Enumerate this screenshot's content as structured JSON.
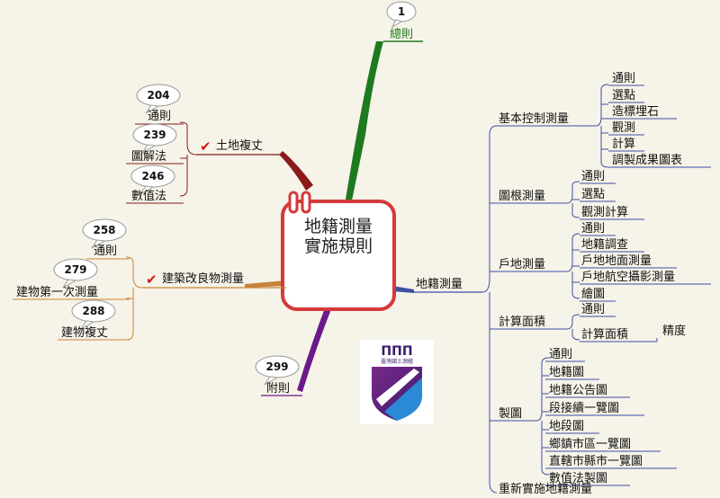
{
  "title": {
    "line1": "地籍測量",
    "line2": "實施規則"
  },
  "top": {
    "num": "1",
    "label": "總則"
  },
  "land_restore": {
    "label": "土地複丈",
    "items": [
      {
        "num": "204",
        "label": "通則"
      },
      {
        "num": "239",
        "label": "圖解法"
      },
      {
        "num": "246",
        "label": "數值法"
      }
    ]
  },
  "building": {
    "label": "建築改良物測量",
    "items": [
      {
        "num": "258",
        "label": "通則"
      },
      {
        "num": "279",
        "label": "建物第一次測量"
      },
      {
        "num": "288",
        "label": "建物複丈"
      }
    ]
  },
  "appendix": {
    "num": "299",
    "label": "附則"
  },
  "cadastral": {
    "label": "地籍測量",
    "groups": [
      {
        "label": "基本控制測量",
        "items": [
          "通則",
          "選點",
          "造標埋石",
          "觀測",
          "計算",
          "調製成果圖表"
        ]
      },
      {
        "label": "圖根測量",
        "items": [
          "通則",
          "選點",
          "觀測計算"
        ]
      },
      {
        "label": "戶地測量",
        "items": [
          "通則",
          "地籍調查",
          "戶地地面測量",
          "戶地航空攝影測量",
          "繪圖"
        ]
      },
      {
        "label": "計算面積",
        "items": [
          "通則",
          "計算面積"
        ],
        "sub": "精度"
      },
      {
        "label": "製圖",
        "items": [
          "通則",
          "地籍圖",
          "地籍公告圖",
          "段接續一覽圖",
          "地段圖",
          "鄉鎮市區一覽圖",
          "直轄市縣市一覽圖",
          "數值法製圖"
        ]
      },
      {
        "label": "重新實施地籍測量",
        "items": []
      }
    ]
  },
  "logo": {
    "text": "臺灣國土測繪"
  },
  "colors": {
    "cadastral": "#3d4fa3",
    "land": "#8b1a1a",
    "building": "#c8843a",
    "appendix": "#6a1a8a",
    "general": "#1e7a1e",
    "check": "#d11a1a"
  }
}
